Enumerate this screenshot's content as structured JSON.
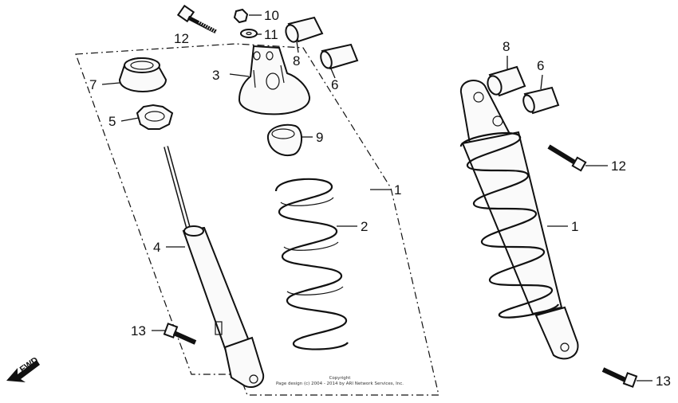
{
  "callouts": {
    "c10": "10",
    "c11": "11",
    "c12a": "12",
    "c8a": "8",
    "c6a": "6",
    "c7": "7",
    "c3": "3",
    "c5": "5",
    "c9": "9",
    "c1a": "1",
    "c2": "2",
    "c4": "4",
    "c13a": "13",
    "c8b": "8",
    "c6b": "6",
    "c12b": "12",
    "c1b": "1",
    "c13b": "13"
  },
  "fwd_label": "FWD",
  "copyright": {
    "line1": "Copyright",
    "line2": "Page design (c) 2004 - 2014 by ARI Network Services, Inc."
  }
}
